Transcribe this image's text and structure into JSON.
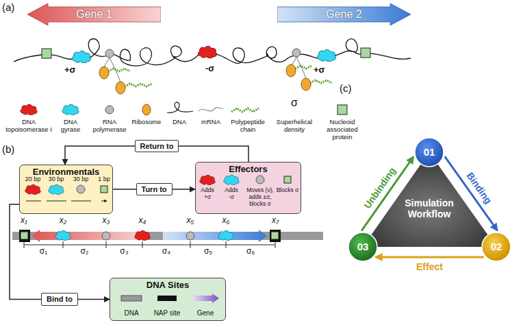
{
  "diagram": {
    "nodes": [
      {
        "text": [
          "Gene 1"
        ]
      },
      {
        "text": [
          "Gene 2"
        ]
      },
      {
        "text": [
          "Environmentals",
          "20 bp",
          "30 bp",
          "30 bp",
          "1 bp"
        ]
      },
      {
        "text": [
          "Effectors",
          "Adds +σ",
          "Adds -σ",
          "Moves (ν), adds ±σ, blocks σ",
          "Blocks σ"
        ]
      },
      {
        "text": [
          "DNA Sites",
          "DNA",
          "NAP site",
          "Gene"
        ]
      },
      {
        "text": [
          "Simulation Workflow"
        ]
      },
      {
        "text": [
          "01"
        ]
      },
      {
        "text": [
          "02"
        ]
      },
      {
        "text": [
          "03"
        ]
      }
    ],
    "edges": [
      {
        "from": 3,
        "to": 2,
        "arrow": "to",
        "label": "Return to"
      },
      {
        "from": 2,
        "to": 3,
        "arrow": "to",
        "label": "Turn to"
      },
      {
        "from": 2,
        "to": 4,
        "arrow": "to",
        "label": "Bind to"
      },
      {
        "from": 6,
        "to": 7,
        "arrow": "to",
        "label": "Binding"
      },
      {
        "from": 7,
        "to": 8,
        "arrow": "to",
        "label": "Effect"
      },
      {
        "from": 8,
        "to": 6,
        "arrow": "to",
        "label": "Unbinding"
      }
    ],
    "labels": [
      "(a)",
      "+σ",
      "-σ",
      "+σ",
      "σ",
      "(b)",
      "x₁",
      "x₂",
      "x₃",
      "x₄",
      "x₅",
      "x₆",
      "x₇",
      "σ₁",
      "σ₂",
      "σ₃",
      "σ₄",
      "σ₅",
      "σ₆",
      "(c)"
    ],
    "legend": [
      {
        "text": "DNA topoisomerase I"
      },
      {
        "text": "DNA gyrase"
      },
      {
        "text": "RNA polymerase"
      },
      {
        "text": "Ribosome"
      },
      {
        "text": "DNA"
      },
      {
        "text": "mRNA"
      },
      {
        "text": "Polypeptide chain"
      },
      {
        "text": "Superhelical density"
      },
      {
        "text": "Nucleoid associated protein"
      }
    ]
  }
}
